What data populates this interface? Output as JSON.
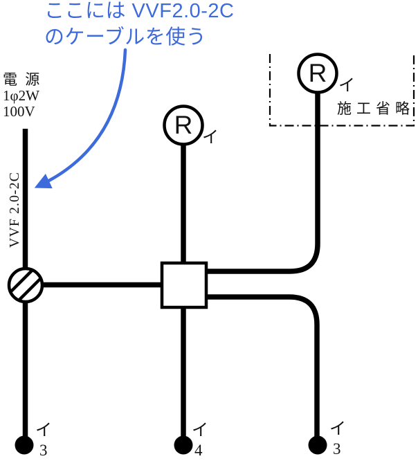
{
  "colors": {
    "annotation_blue": "#3E6BDB",
    "diagram_black": "#000000"
  },
  "annotation": {
    "line1": "ここには VVF2.0-2C",
    "line2": "のケーブルを使う"
  },
  "power": {
    "name": "電 源",
    "phase": "1φ2W",
    "voltage": "100V",
    "cable": "VVF 2.0-2C"
  },
  "omission": {
    "label": "施工省略"
  },
  "lamp_center": {
    "symbol": "R",
    "branch": "イ"
  },
  "lamp_omitted": {
    "symbol": "R",
    "branch": "イ"
  },
  "outlet_left": {
    "branch": "イ",
    "count": "3"
  },
  "outlet_center": {
    "branch": "イ",
    "count": "4"
  },
  "outlet_right": {
    "branch": "イ",
    "count": "3"
  }
}
